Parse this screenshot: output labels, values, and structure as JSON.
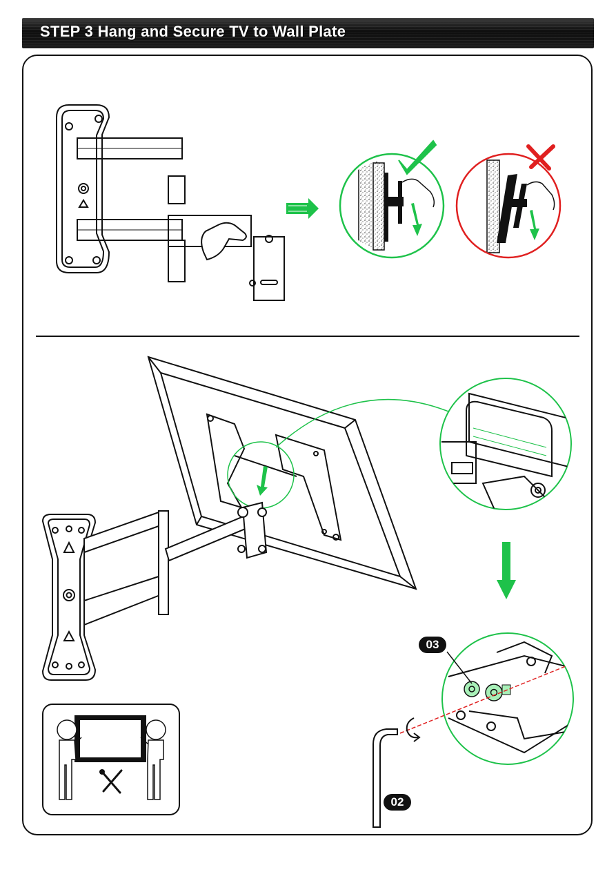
{
  "header": {
    "title": "STEP 3 Hang and Secure TV to Wall Plate"
  },
  "callouts": [
    {
      "id": "03"
    },
    {
      "id": "02"
    }
  ],
  "indicators": {
    "correct": "check-mark",
    "incorrect": "cross-mark"
  },
  "colors": {
    "accent_green": "#1ec24a",
    "error_red": "#e02020",
    "line": "#111111",
    "header_bg": "#111111"
  }
}
